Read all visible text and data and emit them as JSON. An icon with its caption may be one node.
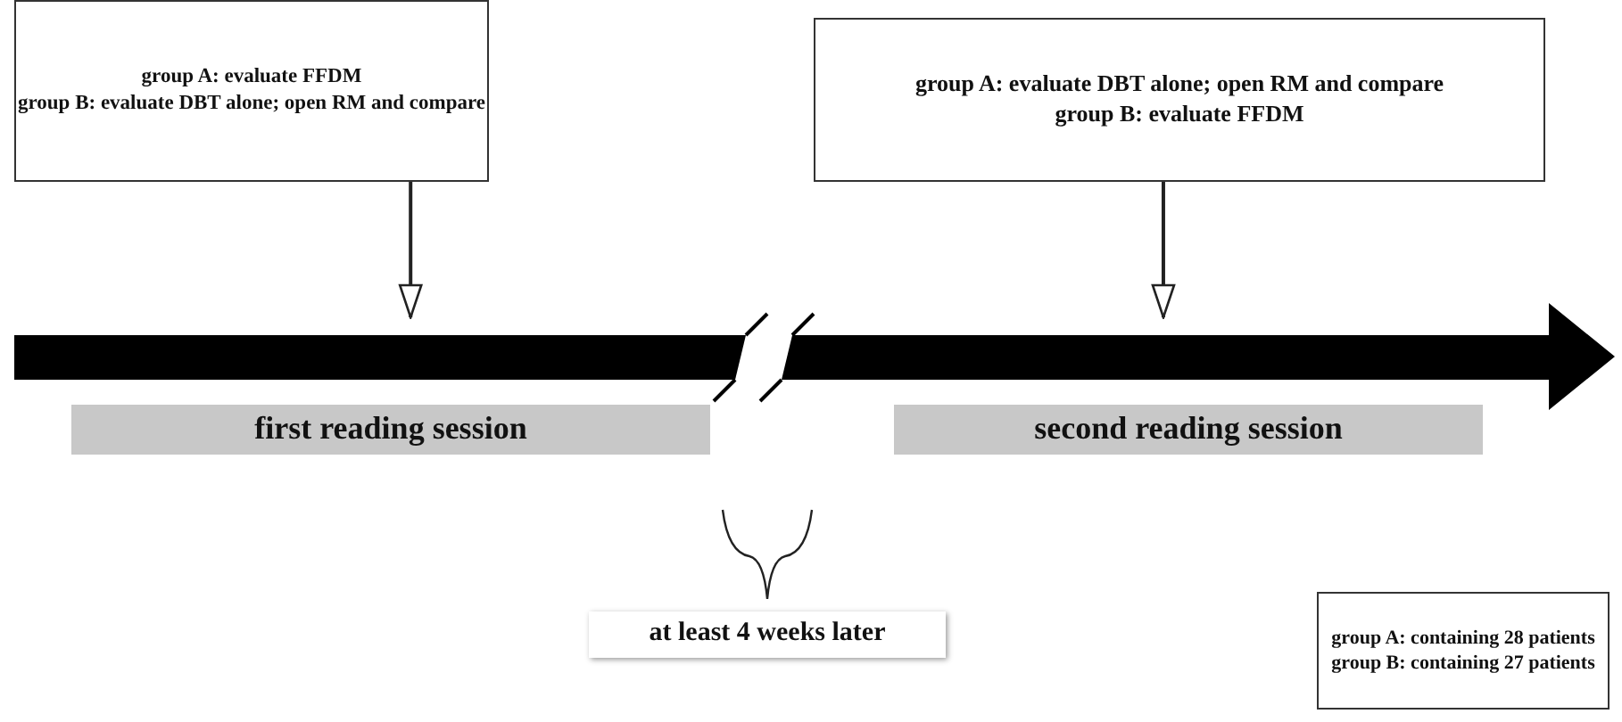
{
  "diagram": {
    "nodes": [
      {
        "text": [
          "group A: evaluate FFDM",
          "group B: evaluate DBT alone; open RM and compare"
        ]
      },
      {
        "text": [
          "group A: evaluate DBT alone; open RM and compare",
          "group B: evaluate FFDM"
        ]
      },
      {
        "text": [
          "first reading session"
        ]
      },
      {
        "text": [
          "second reading session"
        ]
      },
      {
        "text": [
          "at least 4 weeks later"
        ]
      },
      {
        "text": [
          "group A: containing 28 patients",
          "group B: containing 27 patients"
        ]
      }
    ],
    "edges": [
      {
        "from": 0,
        "to": null,
        "arrow": "to"
      },
      {
        "from": 1,
        "to": null,
        "arrow": "to"
      }
    ]
  }
}
